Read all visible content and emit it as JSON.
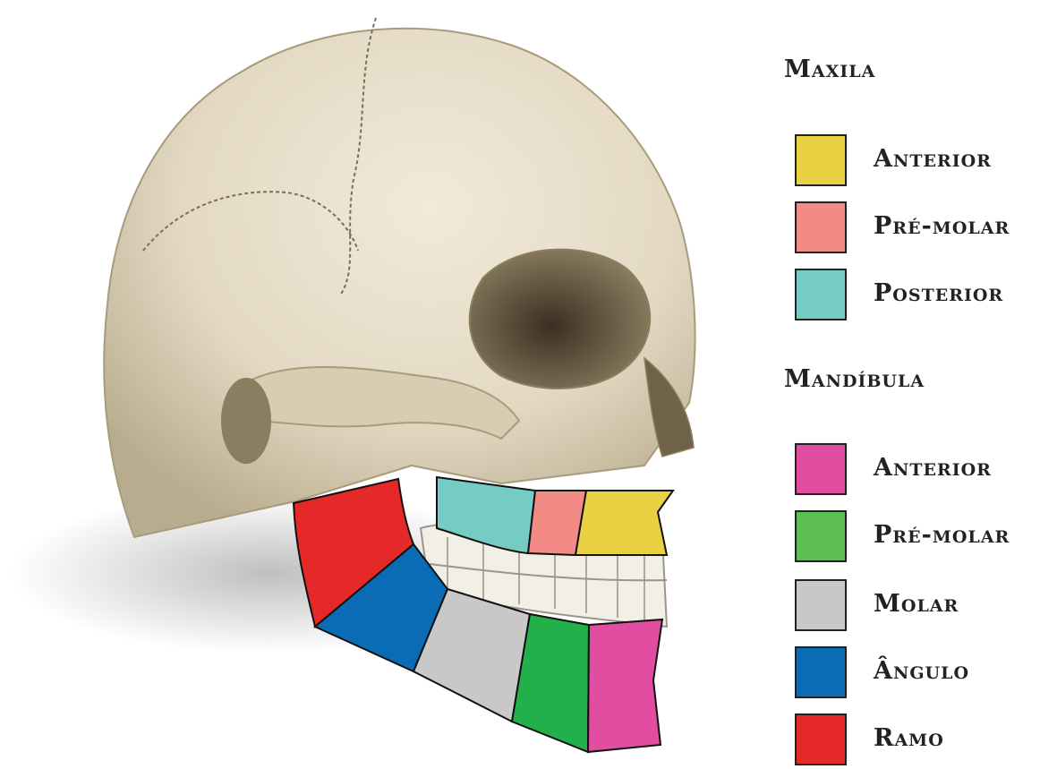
{
  "legend": {
    "maxila": {
      "title": "Maxila",
      "items": [
        {
          "label": "Anterior",
          "color": "#E8D143"
        },
        {
          "label": "Pré-molar",
          "color": "#F28B86"
        },
        {
          "label": "Posterior",
          "color": "#75CCC4"
        }
      ]
    },
    "mandibula": {
      "title": "Mandíbula",
      "items": [
        {
          "label": "Anterior",
          "color": "#E14DA0"
        },
        {
          "label": "Pré-molar",
          "color": "#5DBE52"
        },
        {
          "label": "Molar",
          "color": "#C8C8C8"
        },
        {
          "label": "Ângulo",
          "color": "#0A6CB4"
        },
        {
          "label": "Ramo",
          "color": "#E52828"
        }
      ]
    }
  },
  "colors": {
    "bone": "#E3D9C3",
    "bone_shadow": "#B9AC8E",
    "teeth": "#F2EFE6"
  }
}
